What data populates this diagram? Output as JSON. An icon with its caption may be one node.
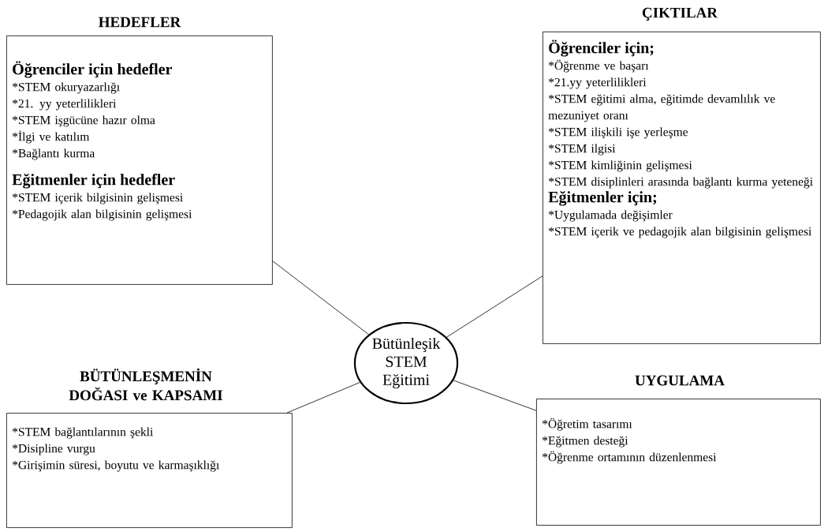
{
  "diagram": {
    "nodes": [
      {
        "text": [
          "HEDEFLER",
          "Öğrenciler için hedefler",
          "*STEM okuryazarlığı",
          "*21. yy yeterlilikleri",
          "*STEM işgücüne hazır olma",
          "*İlgi ve katılım",
          "*Bağlantı kurma",
          "Eğitmenler için hedefler",
          "*STEM içerik bilgisinin gelişmesi",
          "*Pedagojik alan bilgisinin gelişmesi"
        ]
      },
      {
        "text": [
          "ÇIKTILAR",
          "Öğrenciler için;",
          "*Öğrenme ve başarı",
          "*21.yy yeterlilikleri",
          "*STEM eğitimi alma, eğitimde devamlılık ve mezuniyet oranı",
          "*STEM ilişkili işe yerleşme",
          "*STEM ilgisi",
          "*STEM kimliğinin gelişmesi",
          "*STEM disiplinleri arasında bağlantı kurma yeteneği",
          "Eğitmenler için;",
          "*Uygulamada değişimler",
          "*STEM içerik ve pedagojik alan bilgisinin gelişmesi"
        ]
      },
      {
        "text": [
          "Bütünleşik STEM Eğitimi"
        ]
      },
      {
        "text": [
          "BÜTÜNLEŞMENİN DOĞASI ve KAPSAMI",
          "*STEM bağlantılarının şekli",
          "*Disipline vurgu",
          "*Girişimin süresi, boyutu ve karmaşıklığı"
        ]
      },
      {
        "text": [
          "UYGULAMA",
          "*Öğretim tasarımı",
          "*Eğitmen desteği",
          "*Öğrenme ortamının düzenlenmesi"
        ]
      }
    ],
    "edges": [
      {
        "from": 2,
        "to": 0,
        "arrow": "none"
      },
      {
        "from": 2,
        "to": 1,
        "arrow": "none"
      },
      {
        "from": 2,
        "to": 3,
        "arrow": "none"
      },
      {
        "from": 2,
        "to": 4,
        "arrow": "none"
      }
    ]
  }
}
